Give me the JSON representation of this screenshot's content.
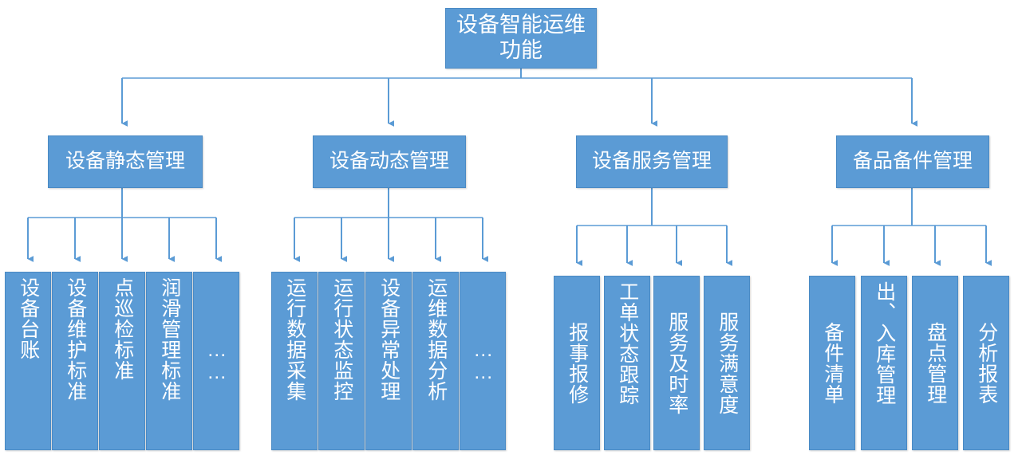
{
  "diagram": {
    "type": "org-chart",
    "title": "设备智能运维功能",
    "theme": {
      "node_fill": "#5B9BD5",
      "node_border": "#4A8AC4",
      "node_text": "#FFFFFF",
      "connector": "#5B9BD5",
      "background": "#FFFFFF"
    },
    "root": {
      "label": "设备智能运维功能"
    },
    "branches": [
      {
        "label": "设备静态管理",
        "leaves": [
          {
            "label": "设备台账"
          },
          {
            "label": "设备维护标准"
          },
          {
            "label": "点巡检标准"
          },
          {
            "label": "润滑管理标准"
          },
          {
            "label": "……"
          }
        ]
      },
      {
        "label": "设备动态管理",
        "leaves": [
          {
            "label": "运行数据采集"
          },
          {
            "label": "运行状态监控"
          },
          {
            "label": "设备异常处理"
          },
          {
            "label": "运维数据分析"
          },
          {
            "label": "……"
          }
        ]
      },
      {
        "label": "设备服务管理",
        "leaves": [
          {
            "label": "报事报修"
          },
          {
            "label": "工单状态跟踪"
          },
          {
            "label": "服务及时率"
          },
          {
            "label": "服务满意度"
          }
        ]
      },
      {
        "label": "备品备件管理",
        "leaves": [
          {
            "label": "备件清单"
          },
          {
            "label": "出、入库管理"
          },
          {
            "label": "盘点管理"
          },
          {
            "label": "分析报表"
          }
        ]
      }
    ]
  }
}
